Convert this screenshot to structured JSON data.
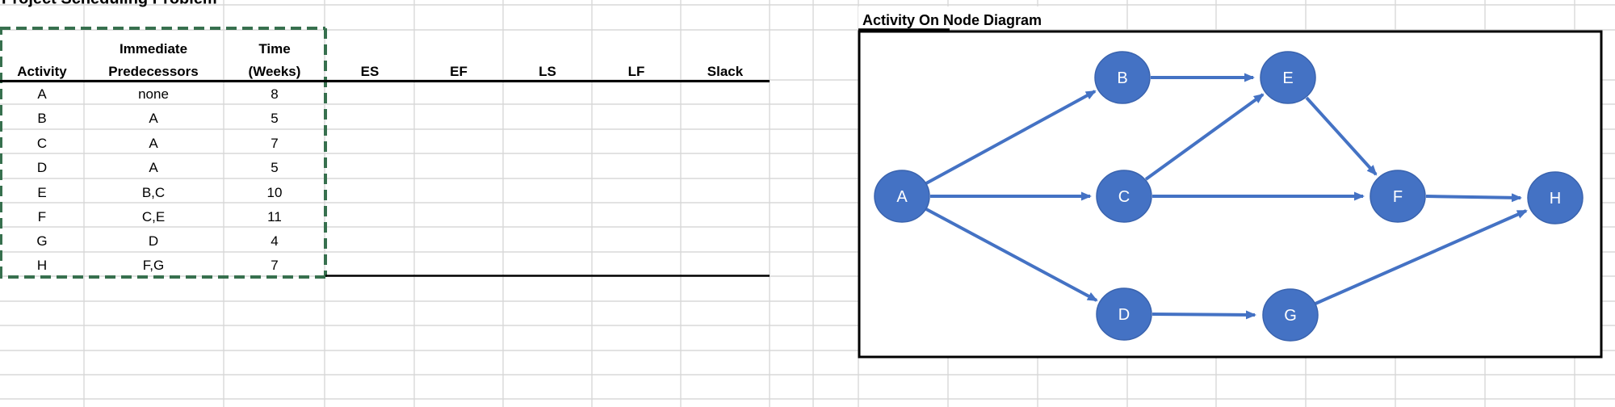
{
  "top_title_partial": "Project Scheduling Problem",
  "table": {
    "headers": {
      "activity": "Activity",
      "predecessors_line1": "Immediate",
      "predecessors_line2": "Predecessors",
      "time_line1": "Time",
      "time_line2": "(Weeks)",
      "es": "ES",
      "ef": "EF",
      "ls": "LS",
      "lf": "LF",
      "slack": "Slack"
    },
    "rows": [
      {
        "activity": "A",
        "predecessors": "none",
        "time": "8"
      },
      {
        "activity": "B",
        "predecessors": "A",
        "time": "5"
      },
      {
        "activity": "C",
        "predecessors": "A",
        "time": "7"
      },
      {
        "activity": "D",
        "predecessors": "A",
        "time": "5"
      },
      {
        "activity": "E",
        "predecessors": "B,C",
        "time": "10"
      },
      {
        "activity": "F",
        "predecessors": "C,E",
        "time": "11"
      },
      {
        "activity": "G",
        "predecessors": "D",
        "time": "4"
      },
      {
        "activity": "H",
        "predecessors": "F,G",
        "time": "7"
      }
    ]
  },
  "diagram": {
    "title": "Activity On Node Diagram",
    "nodes": [
      {
        "label": "A"
      },
      {
        "label": "B"
      },
      {
        "label": "C"
      },
      {
        "label": "D"
      },
      {
        "label": "E"
      },
      {
        "label": "F"
      },
      {
        "label": "G"
      },
      {
        "label": "H"
      }
    ],
    "edges": [
      [
        "A",
        "B"
      ],
      [
        "A",
        "C"
      ],
      [
        "A",
        "D"
      ],
      [
        "B",
        "E"
      ],
      [
        "C",
        "E"
      ],
      [
        "C",
        "F"
      ],
      [
        "E",
        "F"
      ],
      [
        "D",
        "G"
      ],
      [
        "F",
        "H"
      ],
      [
        "G",
        "H"
      ]
    ]
  },
  "colors": {
    "node_blue": "#4472C4",
    "node_border": "#3A63AE",
    "marquee_green": "#37704E",
    "gridline_gray": "#D8D8D8"
  }
}
